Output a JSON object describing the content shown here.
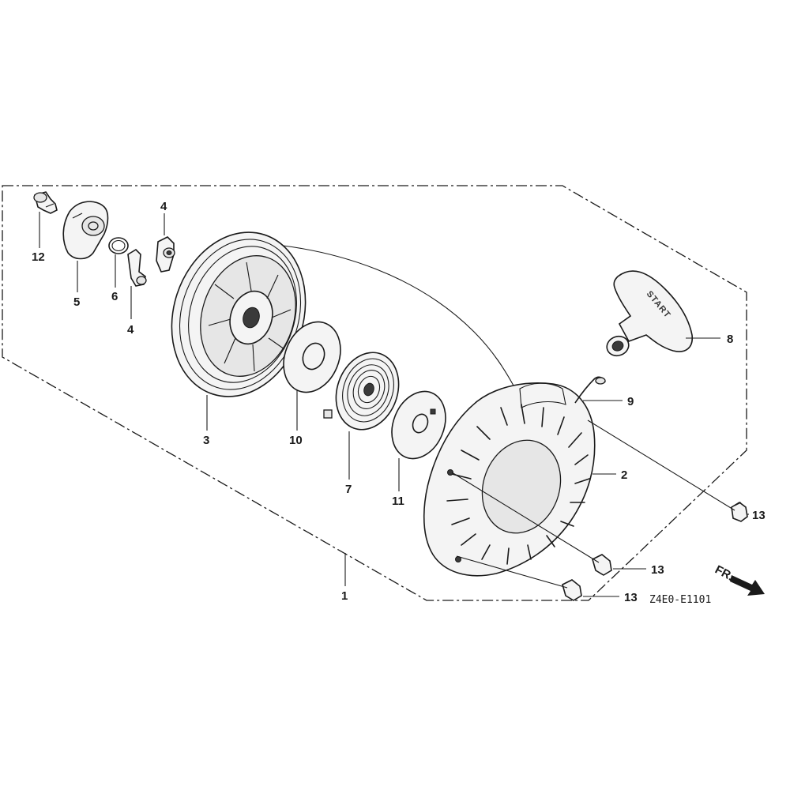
{
  "diagram": {
    "drawing_code": "Z4E0-E1101",
    "direction_marker": "FR.",
    "handle_text": "START",
    "callouts": {
      "c1": "1",
      "c2": "2",
      "c3": "3",
      "c4a": "4",
      "c4b": "4",
      "c5": "5",
      "c6": "6",
      "c7": "7",
      "c8": "8",
      "c9": "9",
      "c10": "10",
      "c11": "11",
      "c12": "12",
      "c13a": "13",
      "c13b": "13",
      "c13c": "13"
    }
  }
}
